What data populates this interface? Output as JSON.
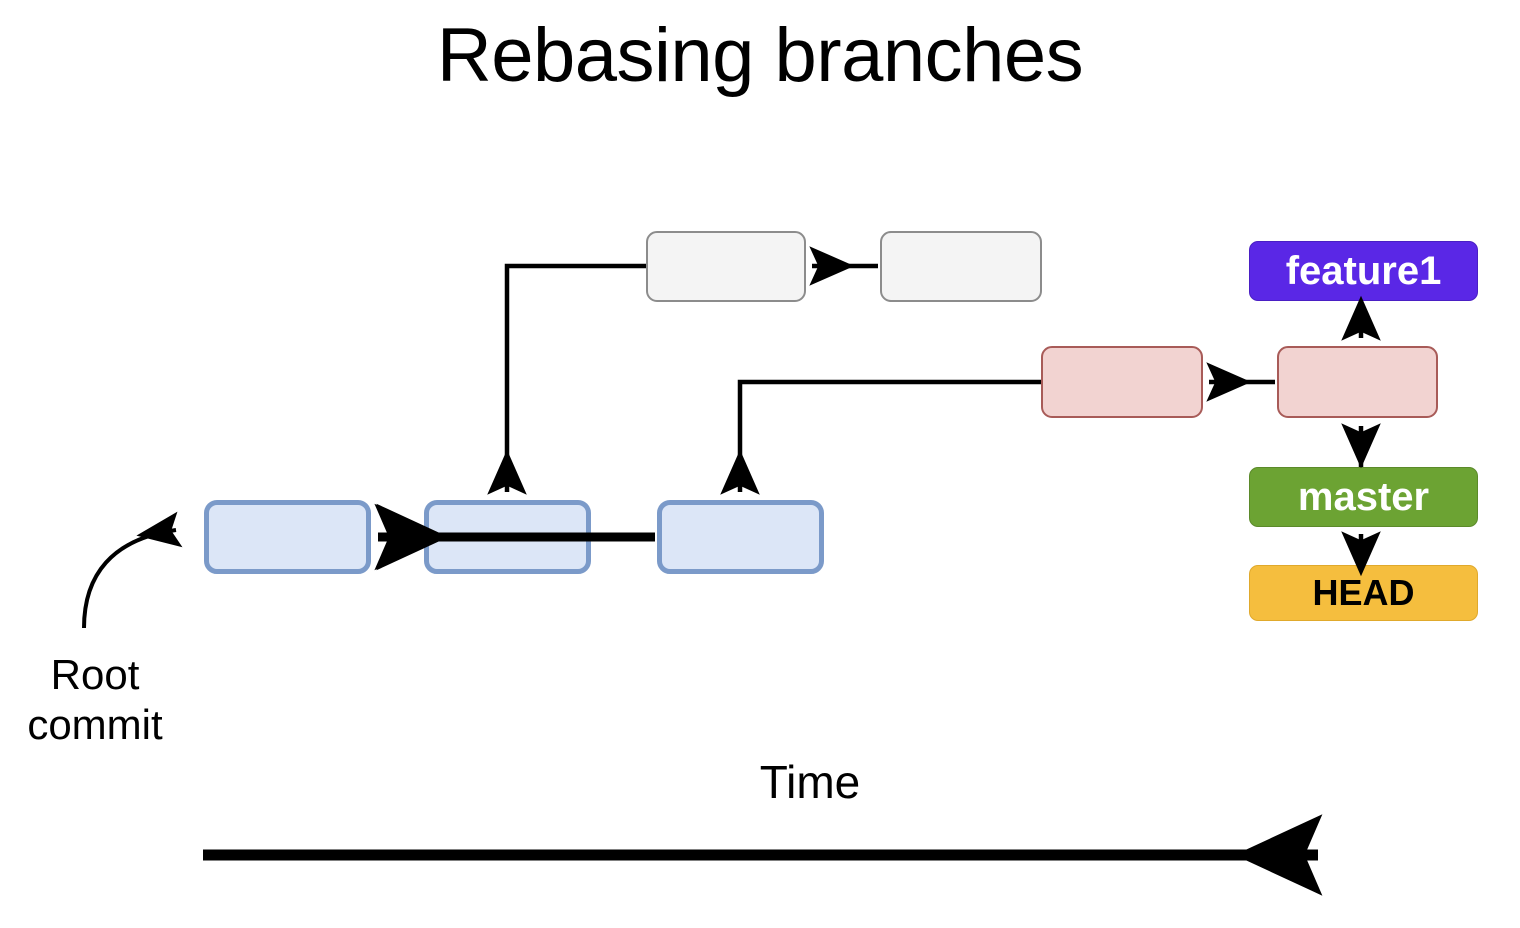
{
  "title": "Rebasing branches",
  "diagram": {
    "type": "git-commit-graph",
    "background": "#ffffff",
    "commits": {
      "base_branch": {
        "style": "blue",
        "fill": "#DCE6F7",
        "stroke": "#7B9AC9",
        "count": 3,
        "labels": [
          "",
          "",
          ""
        ]
      },
      "old_feature_branch": {
        "style": "gray",
        "fill": "#F4F4F4",
        "stroke": "#8C8C8C",
        "count": 2,
        "labels": [
          "",
          ""
        ]
      },
      "rebased_feature_branch": {
        "style": "pink",
        "fill": "#F2D3D1",
        "stroke": "#A85B58",
        "count": 2,
        "labels": [
          "",
          ""
        ]
      }
    },
    "refs": [
      {
        "name": "feature1",
        "label": "feature1",
        "color": "#5A27E6",
        "text_color": "#ffffff"
      },
      {
        "name": "master",
        "label": "master",
        "color": "#6CA333",
        "text_color": "#ffffff"
      },
      {
        "name": "head",
        "label": "HEAD",
        "color": "#F5BE3E",
        "text_color": "#000000"
      }
    ],
    "annotations": {
      "root_commit_line1": "Root",
      "root_commit_line2": "commit",
      "time_axis_label": "Time"
    }
  }
}
